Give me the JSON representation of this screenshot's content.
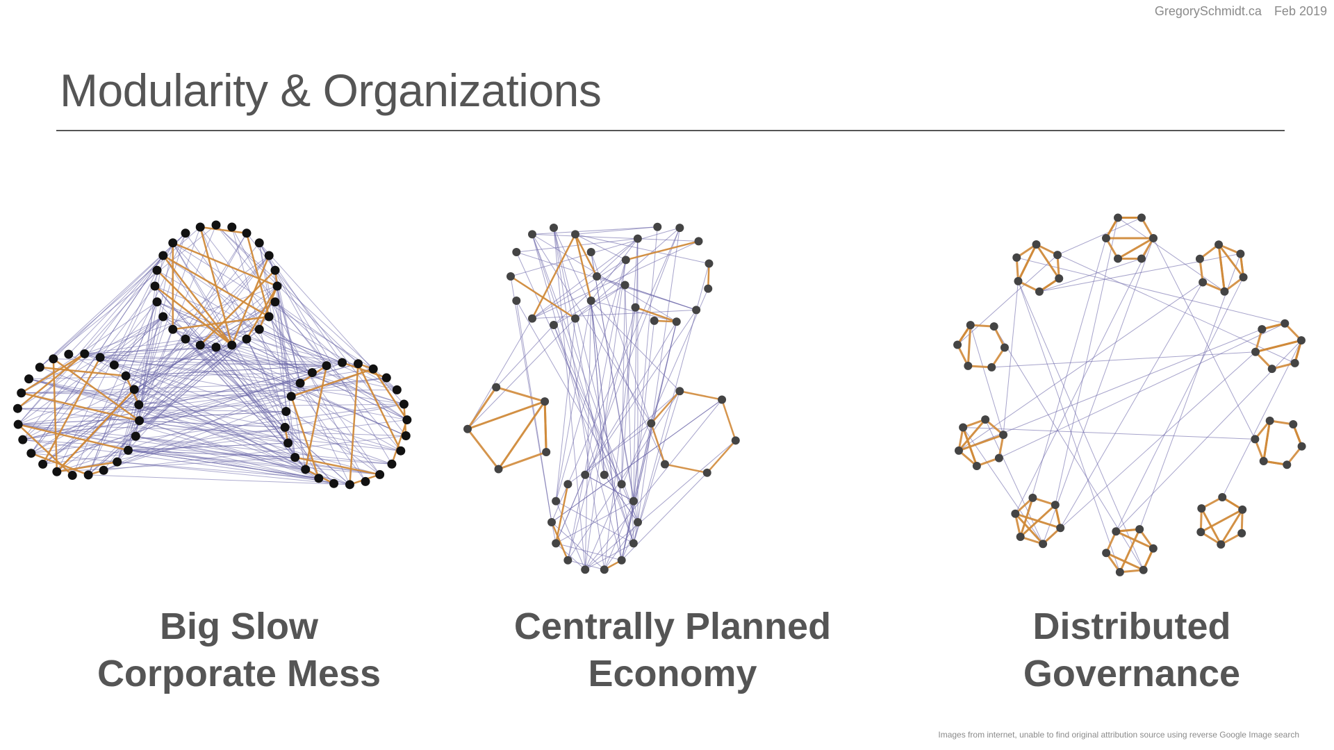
{
  "header": {
    "site": "GregorySchmidt.ca",
    "date": "Feb 2019"
  },
  "title": "Modularity & Organizations",
  "panels": [
    {
      "caption_line1": "Big Slow",
      "caption_line2": "Corporate Mess"
    },
    {
      "caption_line1": "Centrally Planned",
      "caption_line2": "Economy"
    },
    {
      "caption_line1": "Distributed",
      "caption_line2": "Governance"
    }
  ],
  "footnote": "Images from internet, unable to find original attribution source using reverse Google Image search",
  "colors": {
    "text": "#555555",
    "node": "#111111",
    "node_gray": "#444444",
    "intra_edge": "#d08a3a",
    "inter_edge": "#6a66a8"
  }
}
